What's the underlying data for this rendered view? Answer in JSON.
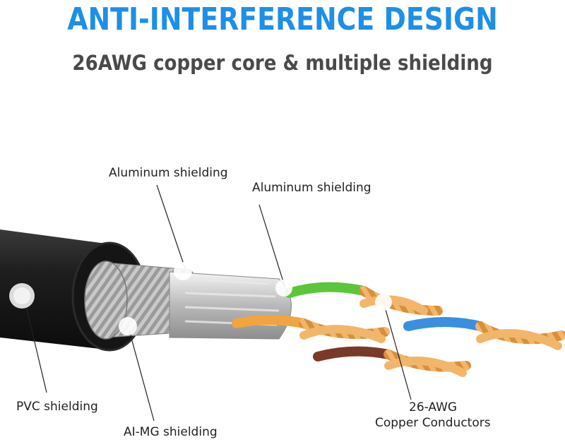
{
  "header": {
    "title": "ANTI-INTERFERENCE DESIGN",
    "subtitle": "26AWG copper core & multiple shielding"
  },
  "labels": {
    "aluminum_outer": "Aluminum shielding",
    "aluminum_inner": "Aluminum shielding",
    "pvc": "PVC shielding",
    "al_mg": "AI-MG shielding",
    "conductors_line1": "26-AWG",
    "conductors_line2": "Copper Conductors"
  },
  "colors": {
    "title": "#1e8fe6",
    "subtitle": "#4a4a4a",
    "jacket": "#1c1c1c",
    "pair_green": "#5cc63a",
    "pair_orange": "#f0a540",
    "pair_blue": "#3a8fe0",
    "pair_brown": "#7a3a2a",
    "copper": "#e2a050"
  }
}
